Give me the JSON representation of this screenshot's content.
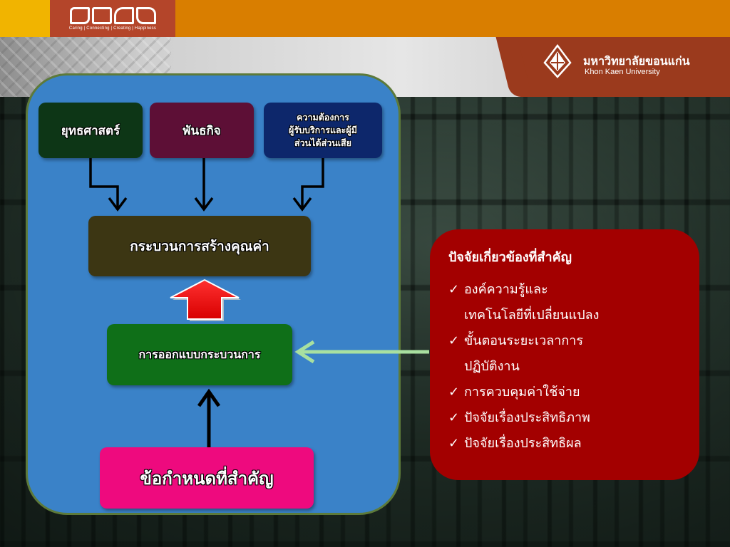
{
  "header": {
    "brand_tagline": "Caring | Connecting | Creating | Happiness",
    "university_name_th": "มหาวิทยาลัยขอนแก่น",
    "university_name_en": "Khon Kaen University",
    "colors": {
      "top_bar": "#d97e00",
      "accent_left": "#f1b400",
      "logo_bg": "#b4452a",
      "university_tab": "#9b3a1d"
    }
  },
  "diagram": {
    "strategy": "ยุทธศาสตร์",
    "mission": "พันธกิจ",
    "stakeholder_needs": "ความต้องการ\nผู้รับบริการและผู้มี\nส่วนได้ส่วนเสีย",
    "value_creation_process": "กระบวนการสร้างคุณค่า",
    "process_design": "การออกแบบกระบวนการ",
    "key_requirements": "ข้อกำหนดที่สำคัญ",
    "colors": {
      "panel": "#3a82c8",
      "strategy": "#0d3616",
      "mission": "#5d0f36",
      "needs": "#0d276b",
      "value": "#3c3613",
      "design": "#0f6f18",
      "requirements": "#ee0a7e",
      "up_arrow": "#ff1a1a",
      "link_arrow": "#a8e0a0"
    }
  },
  "factors": {
    "title": "ปัจจัยเกี่ยวข้องที่สำคัญ",
    "check_icon": "checkmark-icon",
    "check_glyph": "✓",
    "items": [
      "องค์ความรู้และ\nเทคโนโลยีที่เปลี่ยนแปลง",
      "ขั้นตอนระยะเวลาการ\nปฏิบัติงาน",
      "การควบคุมค่าใช้จ่าย",
      "ปัจจัยเรื่องประสิทธิภาพ",
      "ปัจจัยเรื่องประสิทธิผล"
    ],
    "background": "#a30000"
  }
}
